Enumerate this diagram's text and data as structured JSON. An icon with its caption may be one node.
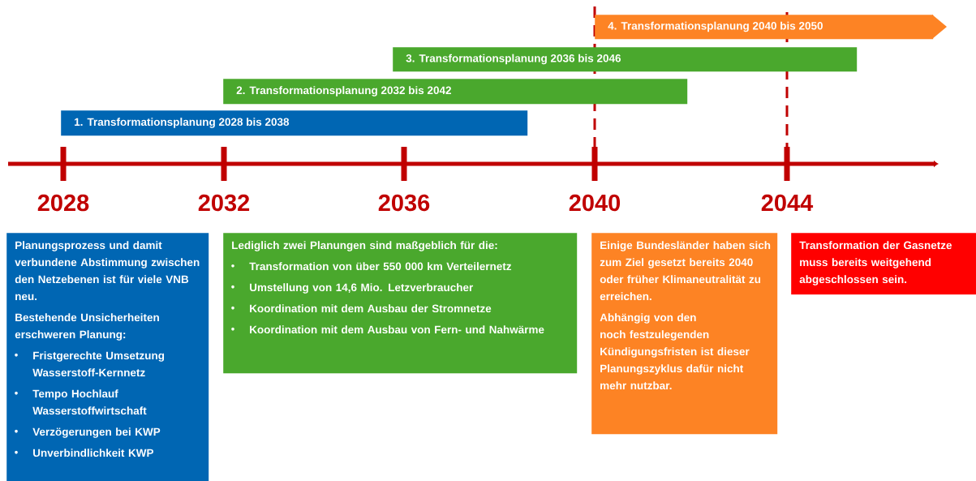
{
  "diagram": {
    "nodes": [
      {
        "text": [
          "1. Transformationsplanung  2028 bis 2038"
        ]
      },
      {
        "text": [
          "2. Transformationsplanung  2032 bis 2042"
        ]
      },
      {
        "text": [
          "3. Transformationsplanung  2036 bis 2046"
        ]
      },
      {
        "text": [
          "4. Transformationsplanung  2040 bis 2050"
        ]
      },
      {
        "text": [
          "Planungsprozess und damit verbundene Abstimmung zwischen den Netzebenen ist für viele VNB neu.",
          "Bestehende Unsicherheiten erschweren Planung:",
          "Fristgerechte Umsetzung Wasserstoff-Kernnetz",
          "Tempo Hochlauf Wasserstoffwirtschaft",
          "Verzögerungen bei KWP",
          "Unverbindlichkeit KWP"
        ]
      },
      {
        "text": [
          "Lediglich zwei Planungen sind maßgeblich für die:",
          "Transformation von über 550 000 km Verteilernetz",
          "Umstellung von 14,6 Mio. Letzverbraucher",
          "Koordination mit dem Ausbau der Stromnetze",
          "Koordination mit dem Ausbau von Fern- und Nahwärme"
        ]
      },
      {
        "text": [
          "Einige Bundesländer haben sich zum Ziel gesetzt bereits 2040 oder früher Klimaneutralität zu erreichen.",
          "Abhängig von den noch festzulegenden Kündigungsfristen ist dieser Planungszyklus dafür nicht mehr nutzbar."
        ]
      },
      {
        "text": [
          "Transformation der Gasnetze muss bereits weitgehend abgeschlossen sein."
        ]
      }
    ],
    "labels": [
      "2028",
      "2032",
      "2036",
      "2040",
      "2044"
    ]
  }
}
